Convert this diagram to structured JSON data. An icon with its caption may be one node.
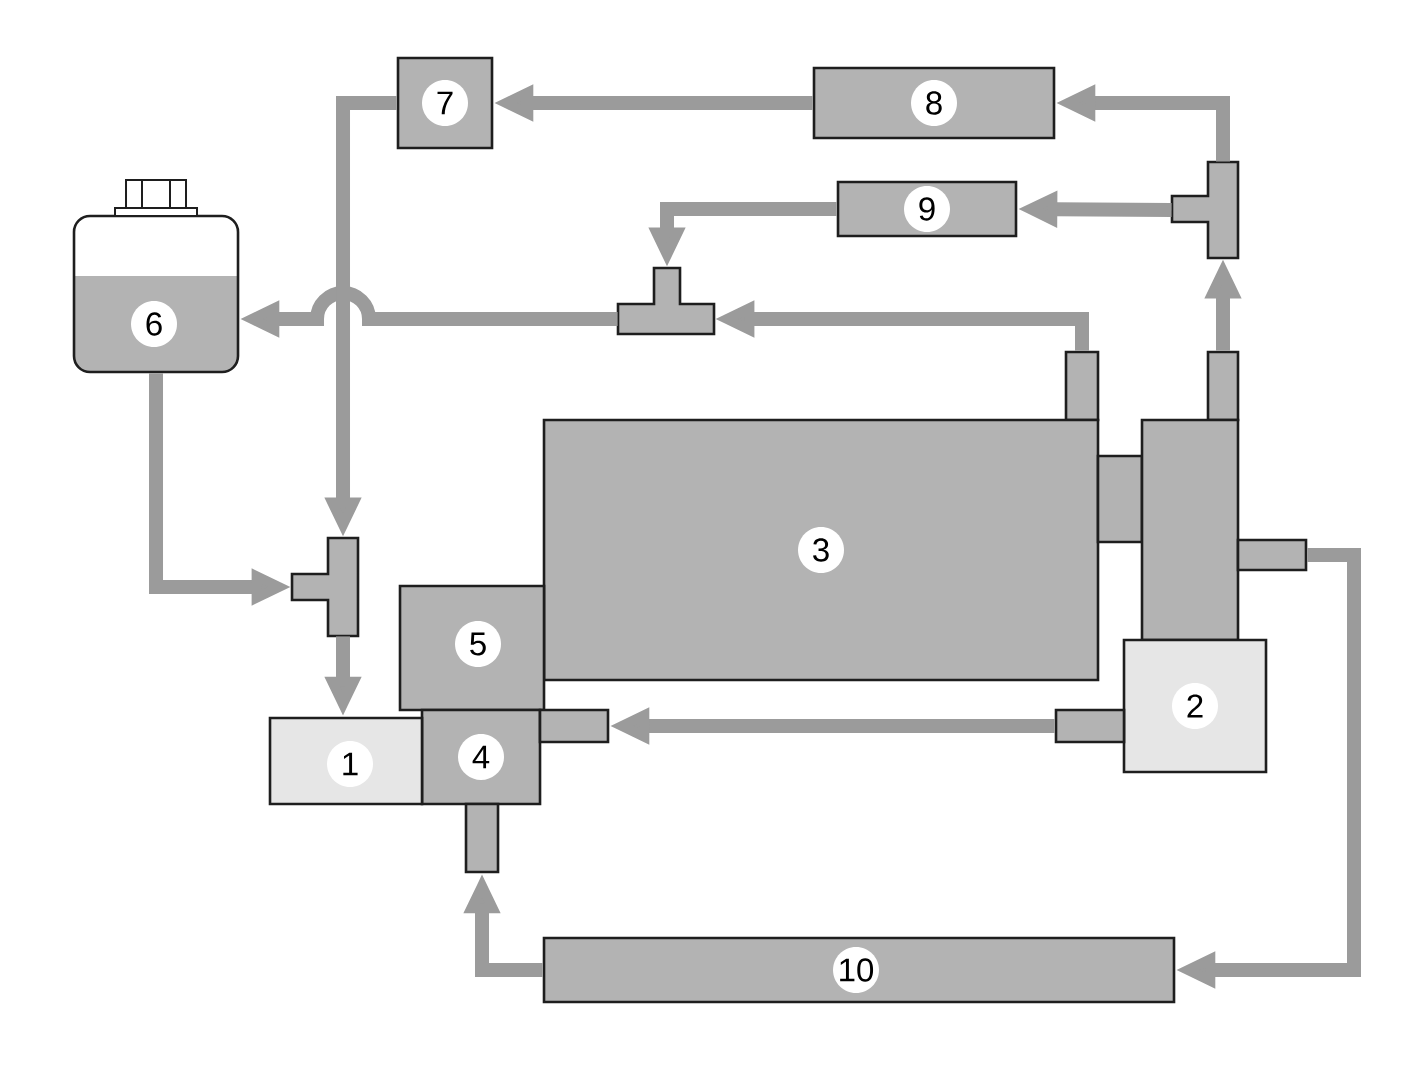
{
  "diagram": {
    "nodes": [
      {
        "text": [
          "7"
        ]
      },
      {
        "text": [
          "8"
        ]
      },
      {
        "text": [],
        "shape": "tee"
      },
      {
        "text": [
          "9"
        ]
      },
      {
        "text": [
          "6"
        ]
      },
      {
        "text": [],
        "shape": "tee"
      },
      {
        "text": [],
        "shape": "box"
      },
      {
        "text": [],
        "shape": "box"
      },
      {
        "text": [
          "3"
        ]
      },
      {
        "text": [],
        "shape": "box"
      },
      {
        "text": [],
        "shape": "box"
      },
      {
        "text": [],
        "shape": "box"
      },
      {
        "text": [],
        "shape": "tee"
      },
      {
        "text": [
          "5"
        ]
      },
      {
        "text": [
          "4"
        ]
      },
      {
        "text": [],
        "shape": "box"
      },
      {
        "text": [
          "1"
        ]
      },
      {
        "text": [
          "2"
        ]
      },
      {
        "text": [],
        "shape": "box"
      },
      {
        "text": [],
        "shape": "box"
      },
      {
        "text": [
          "10"
        ]
      }
    ],
    "edges": [
      {
        "from": 1,
        "to": 0,
        "arrow": "to"
      },
      {
        "from": 2,
        "to": 1,
        "arrow": "to"
      },
      {
        "from": 2,
        "to": 3,
        "arrow": "to"
      },
      {
        "from": 7,
        "to": 2,
        "arrow": "to"
      },
      {
        "from": 6,
        "to": 5,
        "arrow": "to"
      },
      {
        "from": 3,
        "to": 5,
        "arrow": "to"
      },
      {
        "from": 5,
        "to": 4,
        "arrow": "to"
      },
      {
        "from": 0,
        "to": 12,
        "arrow": "to"
      },
      {
        "from": 4,
        "to": 12,
        "arrow": "to"
      },
      {
        "from": 12,
        "to": 16,
        "arrow": "to"
      },
      {
        "from": 18,
        "to": 15,
        "arrow": "to"
      },
      {
        "from": 11,
        "to": 20,
        "arrow": "to"
      },
      {
        "from": 20,
        "to": 19,
        "arrow": "to"
      }
    ]
  }
}
